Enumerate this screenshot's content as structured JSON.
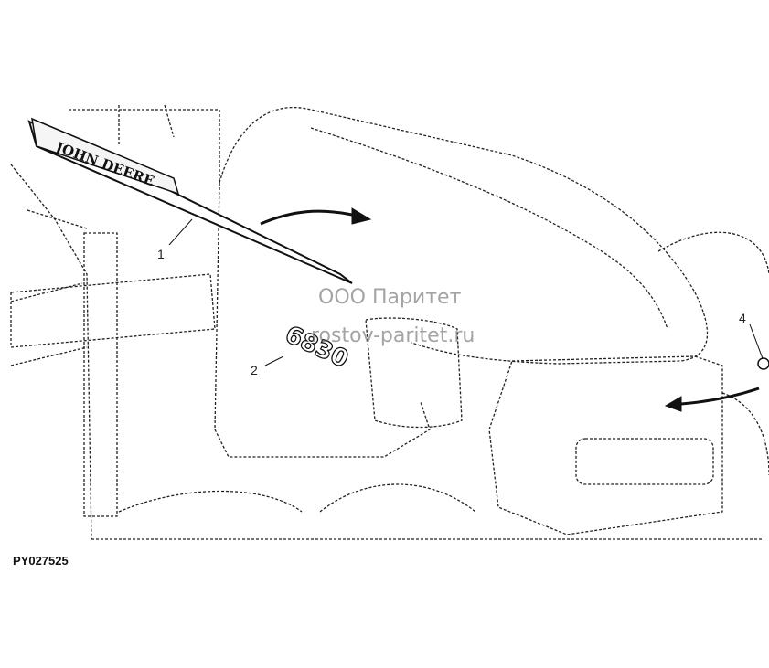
{
  "figure": {
    "code": "PY027525",
    "decal_text": "JOHN DEERE",
    "model_badge": "6830",
    "callouts": [
      "1",
      "2",
      "4"
    ],
    "watermark": {
      "line1": "ООО Паритет",
      "line2": "rostov-paritet.ru"
    }
  }
}
